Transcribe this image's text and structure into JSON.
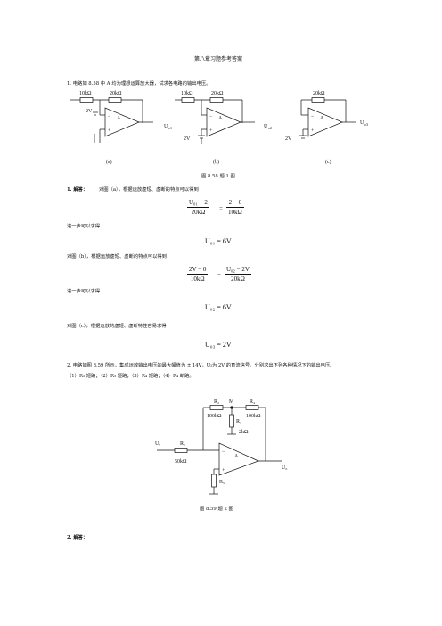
{
  "page": {
    "title": "第八章习题参考答案",
    "q1_intro": "1. 电路如 8.58 中 A 均为理想运算放大器，试求各电路的输出电压。",
    "fig1_caption": "图 8.58 题 1 图",
    "q1_answer_label": "1. 解答：",
    "q1_answer_a": "对图（a），根据运放虚短、虚断的特点可以得到",
    "q1_step1": "进一步可以求得",
    "q1_b_text": "对图（b），根据运放虚短、虚断的特点可以得到",
    "q1_step2": "进一步可以求得",
    "q1_c_text": "对图（c），根据运放的虚短、虚断特性容易求得",
    "q2_intro_line1": "2. 电路如图 8.59 所示，集成运放输出电压的最大幅值为 ± 14V，U",
    "q2_intro_line1b": "为 2V 的直流信号。分别求出下列各种情况下的输出电压。",
    "q2_intro_line2": "（1）R₂ 短路；（2）R₃ 短路；（3）R₄ 短路；（4）R₄ 断路。",
    "fig2_caption": "图 8.59 题 2 图",
    "q2_answer_label": "2. 解答："
  },
  "fig1": {
    "r_a1": "10kΩ",
    "r_a2": "20kΩ",
    "v_a": "2V",
    "out_a": "U",
    "r_b1": "10kΩ",
    "r_b2": "20kΩ",
    "v_b": "2V",
    "out_b": "U",
    "r_c": "20kΩ",
    "v_c": "2V",
    "out_c": "U",
    "sub_a": "o1",
    "sub_b": "o2",
    "sub_c": "o3",
    "amp": "A",
    "plus": "+",
    "minus": "−",
    "label_a": "(a)",
    "label_b": "(b)",
    "label_c": "(c)"
  },
  "eq1": {
    "num_l": "U₀₁ − 2",
    "den_l": "20kΩ",
    "num_r": "2 − 0",
    "den_r": "10kΩ",
    "eq": "="
  },
  "res1": {
    "text": "U₀₁ = 6V"
  },
  "eq2": {
    "num_l": "2V − 0",
    "den_l": "10kΩ",
    "num_r": "U₀₂ − 2V",
    "den_r": "20kΩ",
    "eq": "="
  },
  "res2": {
    "text": "U₀₂ = 6V"
  },
  "res3": {
    "text": "U₀₃ = 2V"
  },
  "fig2": {
    "r2": "R₂",
    "r4": "R₄",
    "r3": "R₃",
    "r1": "R₁",
    "r5": "R₅",
    "r2_val": "100kΩ",
    "r4_val": "100kΩ",
    "r3_val": "2kΩ",
    "r1_val": "50kΩ",
    "node_m": "M",
    "ui": "Uᵢ",
    "uo": "U₀",
    "amp": "A",
    "plus": "+",
    "minus": "−"
  }
}
